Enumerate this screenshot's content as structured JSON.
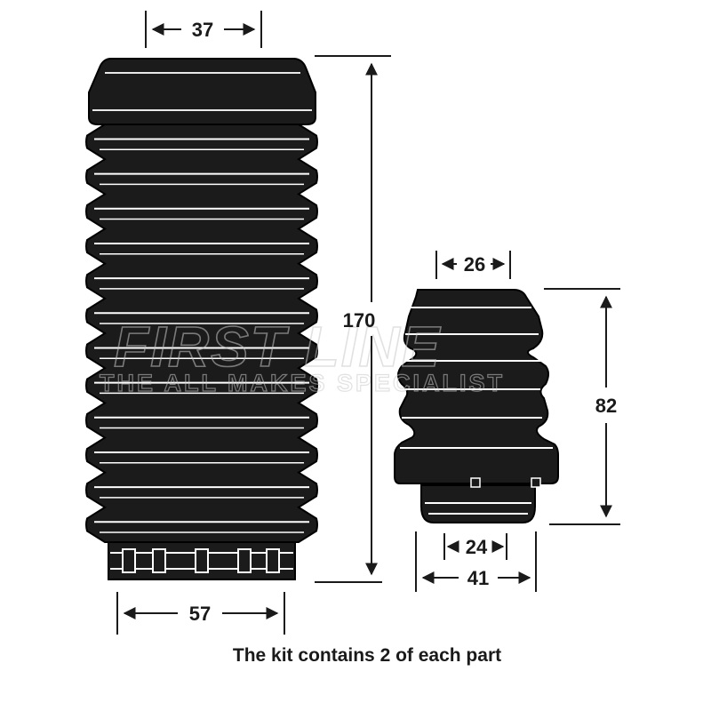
{
  "boot_dimensions": {
    "top_width": "37",
    "height": "170",
    "bottom_width": "57"
  },
  "bump_stop_dimensions": {
    "top_width": "26",
    "height": "82",
    "bore_width": "24",
    "base_width": "41"
  },
  "caption": "The kit contains 2 of each part",
  "watermark": {
    "brand": "FIRST LINE",
    "tagline": "THE ALL MAKES SPECIALIST"
  },
  "colors": {
    "part_fill": "#1b1b1b",
    "part_stroke": "#000000",
    "highlight": "#ffffff",
    "dimension_line": "#1a1a1a",
    "watermark": "#c9c9c9"
  }
}
